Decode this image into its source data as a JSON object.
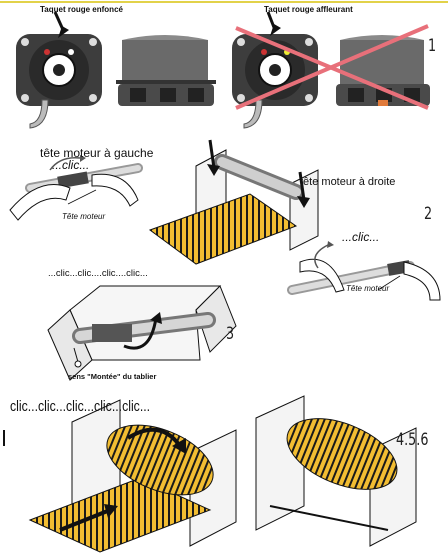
{
  "labels": {
    "taquet_enfonce": "Taquet rouge enfoncé",
    "taquet_affleurant": "Taquet rouge affleurant",
    "tete_gauche": "tête moteur à gauche",
    "tete_droite": "tête moteur à  droite",
    "clic_left": "...clic...",
    "clic_right": "...clic...",
    "tete_moteur_left": "Tête moteur",
    "tete_moteur_right": "Tête moteur",
    "clic_sequence_top": "...clic...clic....clic....clic...",
    "sens_montee": "sens \"Montée\" du tablier",
    "clic_sequence_bottom": "clic...clic...clic...clic...clic..."
  },
  "steps": {
    "step1": "1",
    "step2": "2",
    "step3": "3",
    "step456": "4.5.6"
  },
  "colors": {
    "slat_yellow": "#f2bd32",
    "cross_red": "#e8707a",
    "bracket_gray": "#4a4a4a",
    "arrow_black": "#111111"
  }
}
